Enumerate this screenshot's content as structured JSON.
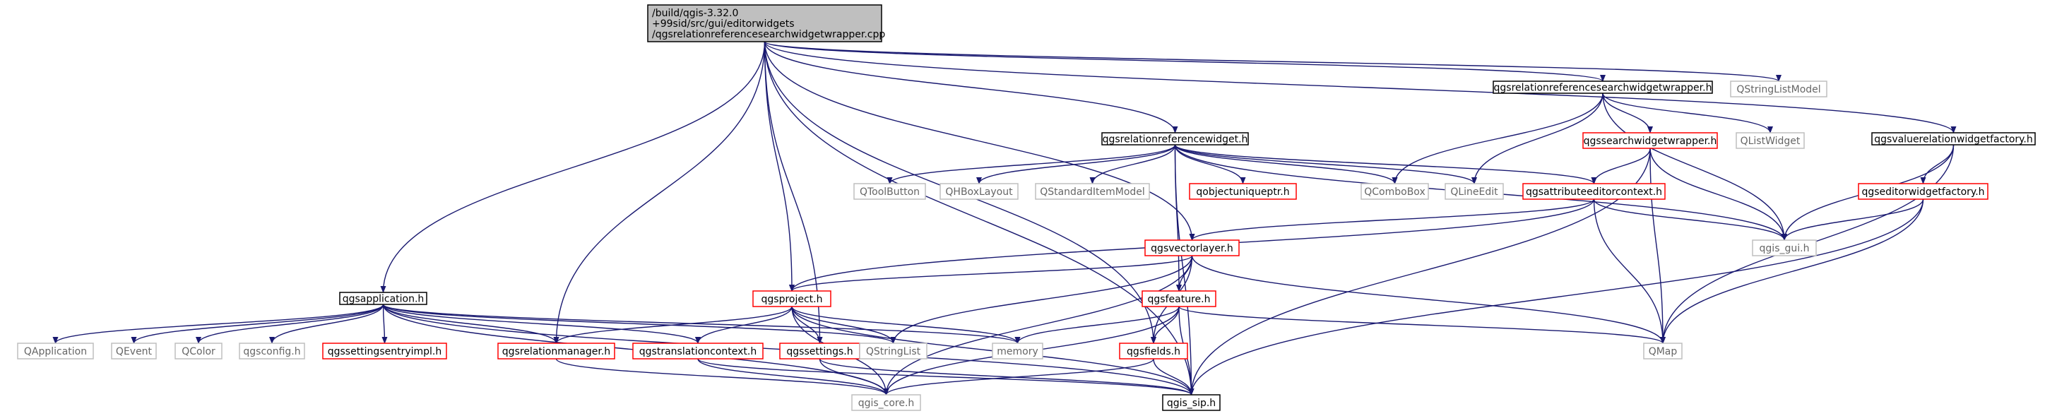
{
  "diagram": {
    "type": "include-dependency-graph",
    "root": "root",
    "colors": {
      "edge": "#191970",
      "root_fill": "#bfbfbf",
      "documented_border": "#000000",
      "undocumented_border": "#ff0000",
      "external_border": "#bfbfbf",
      "external_text": "#666666"
    },
    "nodes": [
      {
        "id": "root",
        "lines": [
          "/build/qgis-3.32.0",
          "+99sid/src/gui/editorwidgets",
          "/qgsrelationreferencesearchwidgetwrapper.cpp"
        ],
        "kind": "root"
      },
      {
        "id": "qgsapplication",
        "lines": [
          "qgsapplication.h"
        ],
        "kind": "documented"
      },
      {
        "id": "QApplication",
        "lines": [
          "QApplication"
        ],
        "kind": "external"
      },
      {
        "id": "QEvent",
        "lines": [
          "QEvent"
        ],
        "kind": "external"
      },
      {
        "id": "QColor",
        "lines": [
          "QColor"
        ],
        "kind": "external"
      },
      {
        "id": "qgsconfig",
        "lines": [
          "qgsconfig.h"
        ],
        "kind": "external"
      },
      {
        "id": "qgssettingsentryimpl",
        "lines": [
          "qgssettingsentryimpl.h"
        ],
        "kind": "undocumented"
      },
      {
        "id": "qgsrelationmanager",
        "lines": [
          "qgsrelationmanager.h"
        ],
        "kind": "undocumented"
      },
      {
        "id": "qgstranslationcontext",
        "lines": [
          "qgstranslationcontext.h"
        ],
        "kind": "undocumented"
      },
      {
        "id": "qgssettings",
        "lines": [
          "qgssettings.h"
        ],
        "kind": "undocumented"
      },
      {
        "id": "QStringList",
        "lines": [
          "QStringList"
        ],
        "kind": "external"
      },
      {
        "id": "memory",
        "lines": [
          "memory"
        ],
        "kind": "external"
      },
      {
        "id": "qgsproject",
        "lines": [
          "qgsproject.h"
        ],
        "kind": "undocumented"
      },
      {
        "id": "qgsfields",
        "lines": [
          "qgsfields.h"
        ],
        "kind": "undocumented"
      },
      {
        "id": "qgsfeature",
        "lines": [
          "qgsfeature.h"
        ],
        "kind": "undocumented"
      },
      {
        "id": "qgsvectorlayer",
        "lines": [
          "qgsvectorlayer.h"
        ],
        "kind": "undocumented"
      },
      {
        "id": "qgis_core",
        "lines": [
          "qgis_core.h"
        ],
        "kind": "external"
      },
      {
        "id": "qgis_sip",
        "lines": [
          "qgis_sip.h"
        ],
        "kind": "documented"
      },
      {
        "id": "QMap",
        "lines": [
          "QMap"
        ],
        "kind": "external"
      },
      {
        "id": "qgsrelationreferencewidget",
        "lines": [
          "qgsrelationreferencewidget.h"
        ],
        "kind": "documented"
      },
      {
        "id": "QToolButton",
        "lines": [
          "QToolButton"
        ],
        "kind": "external"
      },
      {
        "id": "QHBoxLayout",
        "lines": [
          "QHBoxLayout"
        ],
        "kind": "external"
      },
      {
        "id": "QStandardItemModel",
        "lines": [
          "QStandardItemModel"
        ],
        "kind": "external"
      },
      {
        "id": "qobjectuniqueptr",
        "lines": [
          "qobjectuniqueptr.h"
        ],
        "kind": "undocumented"
      },
      {
        "id": "QComboBox",
        "lines": [
          "QComboBox"
        ],
        "kind": "external"
      },
      {
        "id": "QLineEdit",
        "lines": [
          "QLineEdit"
        ],
        "kind": "external"
      },
      {
        "id": "qgsattributeeditorcontext",
        "lines": [
          "qgsattributeeditorcontext.h"
        ],
        "kind": "undocumented"
      },
      {
        "id": "qgis_gui",
        "lines": [
          "qgis_gui.h"
        ],
        "kind": "external"
      },
      {
        "id": "qgsrelationreferencesearchwidgetwrapper",
        "lines": [
          "qgsrelationreferencesearchwidgetwrapper.h"
        ],
        "kind": "documented"
      },
      {
        "id": "QStringListModel",
        "lines": [
          "QStringListModel"
        ],
        "kind": "external"
      },
      {
        "id": "qgssearchwidgetwrapper",
        "lines": [
          "qgssearchwidgetwrapper.h"
        ],
        "kind": "undocumented"
      },
      {
        "id": "QListWidget",
        "lines": [
          "QListWidget"
        ],
        "kind": "external"
      },
      {
        "id": "qgsvaluerelationwidgetfactory",
        "lines": [
          "qgsvaluerelationwidgetfactory.h"
        ],
        "kind": "documented"
      },
      {
        "id": "qgseditorwidgetfactory",
        "lines": [
          "qgseditorwidgetfactory.h"
        ],
        "kind": "undocumented"
      }
    ],
    "edges": [
      [
        "root",
        "qgsapplication"
      ],
      [
        "root",
        "qgsrelationmanager"
      ],
      [
        "root",
        "qgssettings"
      ],
      [
        "root",
        "qgsproject"
      ],
      [
        "root",
        "qgsfields"
      ],
      [
        "root",
        "qgsvectorlayer"
      ],
      [
        "root",
        "qgsrelationreferencewidget"
      ],
      [
        "root",
        "qgsrelationreferencesearchwidgetwrapper"
      ],
      [
        "root",
        "QStringListModel"
      ],
      [
        "root",
        "qgsvaluerelationwidgetfactory"
      ],
      [
        "root",
        "qgis_sip"
      ],
      [
        "qgsapplication",
        "QApplication"
      ],
      [
        "qgsapplication",
        "QEvent"
      ],
      [
        "qgsapplication",
        "QColor"
      ],
      [
        "qgsapplication",
        "qgsconfig"
      ],
      [
        "qgsapplication",
        "qgssettingsentryimpl"
      ],
      [
        "qgsapplication",
        "qgsrelationmanager"
      ],
      [
        "qgsapplication",
        "qgstranslationcontext"
      ],
      [
        "qgsapplication",
        "QStringList"
      ],
      [
        "qgsapplication",
        "memory"
      ],
      [
        "qgsapplication",
        "qgis_core"
      ],
      [
        "qgsapplication",
        "qgis_sip"
      ],
      [
        "qgsproject",
        "qgsrelationmanager"
      ],
      [
        "qgsproject",
        "qgstranslationcontext"
      ],
      [
        "qgsproject",
        "qgssettings"
      ],
      [
        "qgsproject",
        "QStringList"
      ],
      [
        "qgsproject",
        "memory"
      ],
      [
        "qgsproject",
        "qgis_core"
      ],
      [
        "qgsproject",
        "qgis_sip"
      ],
      [
        "qgsrelationmanager",
        "qgis_core"
      ],
      [
        "qgstranslationcontext",
        "qgis_core"
      ],
      [
        "qgstranslationcontext",
        "qgis_sip"
      ],
      [
        "qgssettings",
        "qgis_core"
      ],
      [
        "qgssettings",
        "qgis_sip"
      ],
      [
        "qgsfeature",
        "memory"
      ],
      [
        "qgsfeature",
        "qgsfields"
      ],
      [
        "qgsfeature",
        "qgis_core"
      ],
      [
        "qgsfeature",
        "qgis_sip"
      ],
      [
        "qgsfeature",
        "QMap"
      ],
      [
        "qgsfields",
        "qgis_core"
      ],
      [
        "qgsfields",
        "qgis_sip"
      ],
      [
        "qgsvectorlayer",
        "qgsproject"
      ],
      [
        "qgsvectorlayer",
        "QStringList"
      ],
      [
        "qgsvectorlayer",
        "qgsfeature"
      ],
      [
        "qgsvectorlayer",
        "qgsfields"
      ],
      [
        "qgsvectorlayer",
        "QMap"
      ],
      [
        "qgsvectorlayer",
        "qgis_core"
      ],
      [
        "qgsrelationreferencewidget",
        "QToolButton"
      ],
      [
        "qgsrelationreferencewidget",
        "QHBoxLayout"
      ],
      [
        "qgsrelationreferencewidget",
        "QStandardItemModel"
      ],
      [
        "qgsrelationreferencewidget",
        "qobjectuniqueptr"
      ],
      [
        "qgsrelationreferencewidget",
        "QComboBox"
      ],
      [
        "qgsrelationreferencewidget",
        "QLineEdit"
      ],
      [
        "qgsrelationreferencewidget",
        "qgsattributeeditorcontext"
      ],
      [
        "qgsrelationreferencewidget",
        "qgis_gui"
      ],
      [
        "qgsrelationreferencewidget",
        "qgsfeature"
      ],
      [
        "qgsrelationreferencewidget",
        "qgis_sip"
      ],
      [
        "qgsattributeeditorcontext",
        "qgsvectorlayer"
      ],
      [
        "qgsattributeeditorcontext",
        "qgsproject"
      ],
      [
        "qgsattributeeditorcontext",
        "qgis_gui"
      ],
      [
        "qgsattributeeditorcontext",
        "QMap"
      ],
      [
        "qgsrelationreferencesearchwidgetwrapper",
        "qgssearchwidgetwrapper"
      ],
      [
        "qgsrelationreferencesearchwidgetwrapper",
        "QListWidget"
      ],
      [
        "qgsrelationreferencesearchwidgetwrapper",
        "QComboBox"
      ],
      [
        "qgsrelationreferencesearchwidgetwrapper",
        "QLineEdit"
      ],
      [
        "qgsrelationreferencesearchwidgetwrapper",
        "qgis_gui"
      ],
      [
        "qgssearchwidgetwrapper",
        "qgsattributeeditorcontext"
      ],
      [
        "qgssearchwidgetwrapper",
        "qgis_gui"
      ],
      [
        "qgssearchwidgetwrapper",
        "QMap"
      ],
      [
        "qgssearchwidgetwrapper",
        "qgis_sip"
      ],
      [
        "qgsvaluerelationwidgetfactory",
        "qgseditorwidgetfactory"
      ],
      [
        "qgsvaluerelationwidgetfactory",
        "qgis_gui"
      ],
      [
        "qgsvaluerelationwidgetfactory",
        "QMap"
      ],
      [
        "qgseditorwidgetfactory",
        "qgis_gui"
      ],
      [
        "qgseditorwidgetfactory",
        "QMap"
      ],
      [
        "qgseditorwidgetfactory",
        "qgis_sip"
      ]
    ]
  }
}
